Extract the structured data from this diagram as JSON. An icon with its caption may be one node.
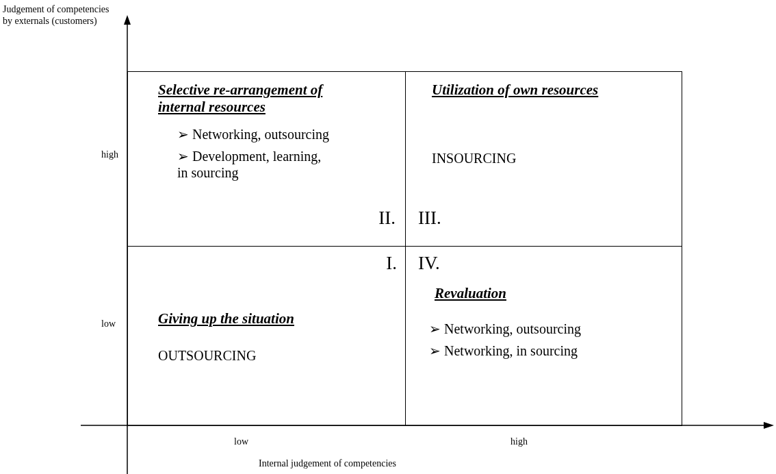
{
  "diagram": {
    "nodes": [
      {
        "text": [
          "Selective re-arrangement of internal resources",
          "➢ Networking, outsourcing",
          "➢ Development, learning, in sourcing",
          "II."
        ]
      },
      {
        "text": [
          "Utilization of own resources",
          "INSOURCING",
          "III."
        ]
      },
      {
        "text": [
          "I.",
          "Giving up the situation",
          "OUTSOURCING"
        ]
      },
      {
        "text": [
          "IV.",
          "Revaluation",
          "➢ Networking, outsourcing",
          "➢ Networking, in sourcing"
        ]
      }
    ],
    "edges": [],
    "labels": [
      "Judgement of competencies by externals (customers)",
      "high",
      "low",
      "low",
      "high",
      "Internal judgement of competencies"
    ]
  }
}
